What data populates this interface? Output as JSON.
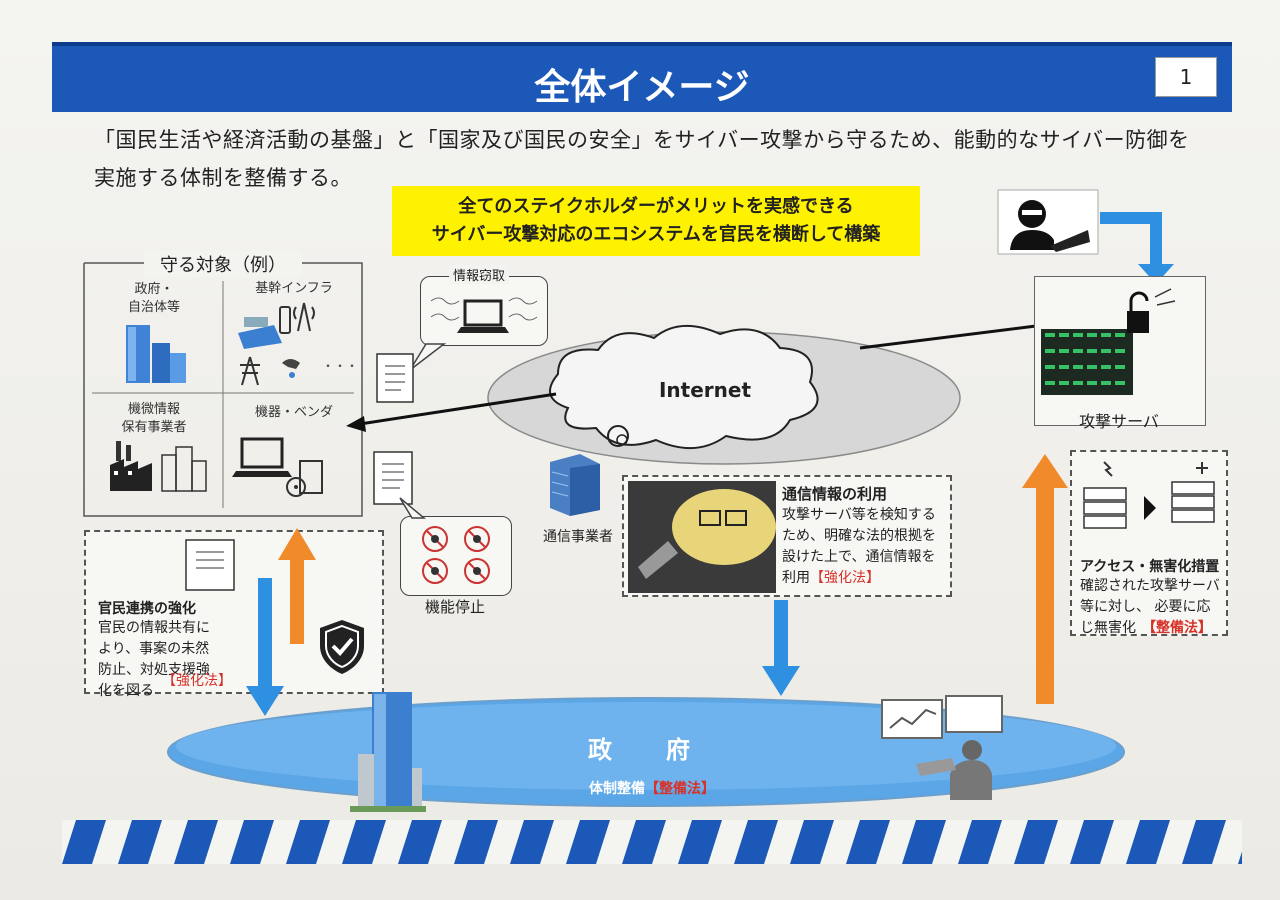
{
  "page": {
    "title": "全体イメージ",
    "page_number": "1",
    "intro_line1": "「国民生活や経済活動の基盤」と「国家及び国民の安全」をサイバー攻撃から守るため、能動的なサイバー防御を",
    "intro_line2": "実施する体制を整備する。"
  },
  "banner": {
    "line1": "全てのステイクホルダーがメリットを実感できる",
    "line2": "サイバー攻撃対応のエコシステムを官民を横断して構築"
  },
  "targets": {
    "heading": "守る対象（例）",
    "cells": {
      "gov": "政府・\n自治体等",
      "infra": "基幹インフラ",
      "infra_dots": "・・・",
      "sensitive": "機微情報\n保有事業者",
      "devices": "機器・ベンダ"
    }
  },
  "theft": {
    "label": "情報窃取"
  },
  "shutdown": {
    "label": "機能停止"
  },
  "internet": {
    "label": "Internet"
  },
  "carrier": {
    "label": "通信事業者"
  },
  "attack_server": {
    "label": "攻撃サーバ"
  },
  "comm_info": {
    "title": "通信情報の利用",
    "body": "攻撃サーバ等を検知する\nため、明確な法的根拠を\n設けた上で、通信情報を\n利用",
    "law": "【強化法】"
  },
  "cooperation": {
    "title": "官民連携の強化",
    "body": "官民の情報共有に\nより、事案の未然\n防止、対処支援強\n化を図る",
    "law": "【強化法】"
  },
  "neutralize": {
    "title": "アクセス・無害化措置",
    "body": "確認された攻撃サーバ\n等に対し、 必要に応\nじ無害化",
    "law": "【整備法】"
  },
  "government": {
    "label": "政　　府",
    "sub": "体制整備",
    "sub_law": "【整備法】"
  },
  "colors": {
    "title_blue": "#1c58b8",
    "banner_yellow": "#fff200",
    "arrow_blue": "#2f8fe0",
    "arrow_orange": "#f08a2a",
    "law_red": "#d6322a",
    "gov_ellipse": "#5aa6e6"
  }
}
